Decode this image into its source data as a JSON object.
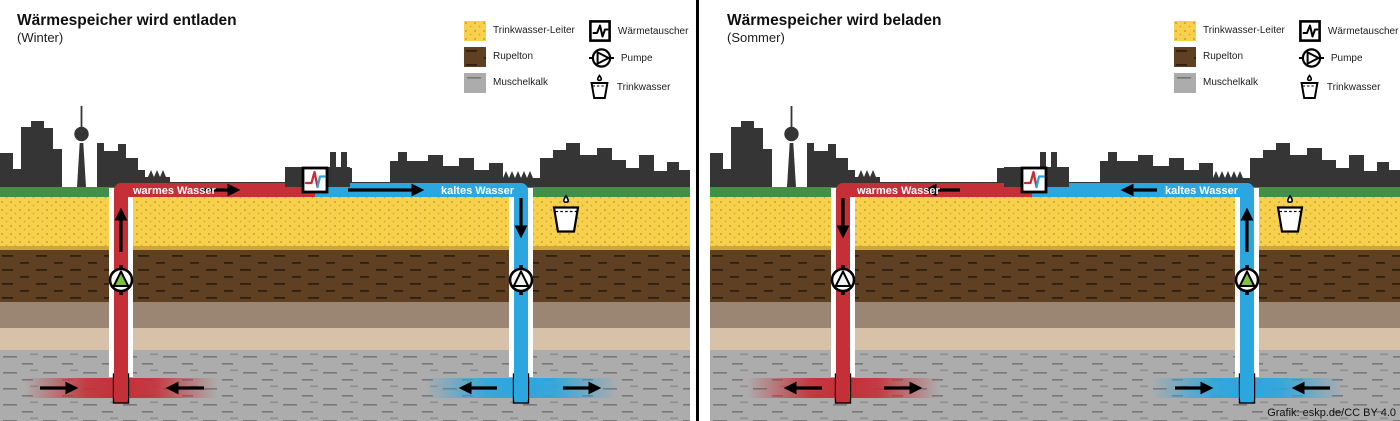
{
  "panels": {
    "left": {
      "title": "Wärmespeicher wird entladen",
      "subtitle": "(Winter)",
      "labels": {
        "warm": "warmes Wasser",
        "cold": "kaltes Wasser"
      },
      "state": "discharging"
    },
    "right": {
      "title": "Wärmespeicher wird beladen",
      "subtitle": "(Sommer)",
      "labels": {
        "warm": "warmes Wasser",
        "cold": "kaltes Wasser"
      },
      "state": "charging"
    }
  },
  "legend": {
    "layers": [
      {
        "label": "Trinkwasser-Leiter",
        "swatch": "sand-dotted"
      },
      {
        "label": "Rupelton",
        "swatch": "brown-dashed"
      },
      {
        "label": "Muschelkalk",
        "swatch": "gray-dashed"
      }
    ],
    "symbols": [
      {
        "label": "Wärmetauscher",
        "icon": "heat-exchanger-icon"
      },
      {
        "label": "Pumpe",
        "icon": "pump-icon"
      },
      {
        "label": "Trinkwasser",
        "icon": "drinking-water-bucket-icon"
      }
    ]
  },
  "credit": "Grafik: eskp.de/CC BY 4.0",
  "colors": {
    "warm_water": "#C52F38",
    "cold_water": "#2CA6DE",
    "grass": "#3E9145",
    "sand": "#F7D14B",
    "rupelton": "#5F4022",
    "silt": "#9A8672",
    "sandstone": "#D8C1A9",
    "muschelkalk": "#ACACAC",
    "active_pump_triangle": "#7DC242",
    "skyline": "#353535"
  }
}
